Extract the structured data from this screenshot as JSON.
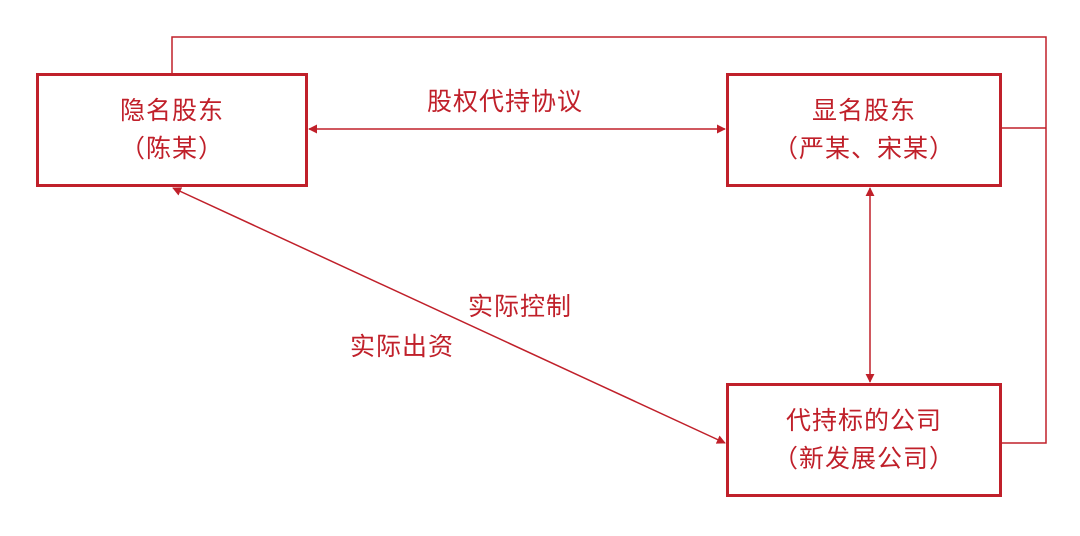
{
  "colors": {
    "accent": "#c0202a",
    "background": "#ffffff"
  },
  "nodes": {
    "hidden_shareholder": {
      "title": "隐名股东",
      "subtitle": "（陈某）"
    },
    "nominee_shareholder": {
      "title": "显名股东",
      "subtitle": "（严某、宋某）"
    },
    "target_company": {
      "title": "代持标的公司",
      "subtitle": "（新发展公司）"
    }
  },
  "edges": {
    "agreement": {
      "label": "股权代持协议",
      "from": "hidden_shareholder",
      "to": "nominee_shareholder",
      "arrows": "both"
    },
    "nominee_company": {
      "from": "nominee_shareholder",
      "to": "target_company",
      "arrows": "both"
    },
    "hidden_company": {
      "labels": [
        "实际控制",
        "实际出资"
      ],
      "from": "hidden_shareholder",
      "to": "target_company",
      "arrows": "both"
    },
    "outer_connector": {
      "from": "hidden_shareholder",
      "to": "target_company",
      "via": "nominee_shareholder",
      "arrows": "none"
    }
  }
}
